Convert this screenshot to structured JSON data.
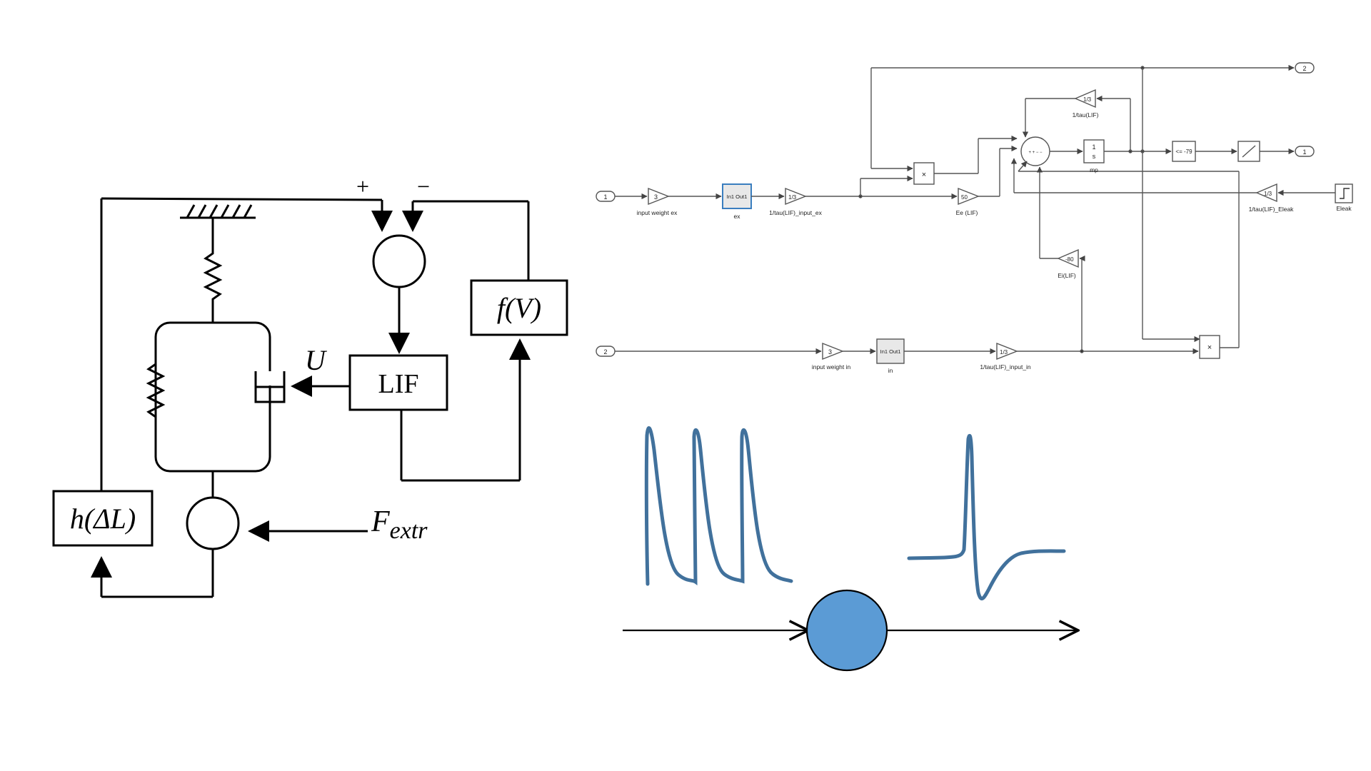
{
  "left_diagram": {
    "plus_sign": "+",
    "minus_sign": "−",
    "lif_label": "LIF",
    "fv_label": "f(V)",
    "u_label": "U",
    "h_label": "h(ΔL)",
    "fextr_main": "F",
    "fextr_sub": "extr"
  },
  "simulink": {
    "port_in_1": "1",
    "port_in_2": "2",
    "port_out_1": "1",
    "port_out_2": "2",
    "gain_ex_value": "3",
    "gain_ex_label": "input weight ex",
    "sub_ex_text": "In1 Out1",
    "sub_ex_label": "ex",
    "tau_ex_value": "1/3",
    "tau_ex_label": "1/tau(LIF)_input_ex",
    "ee_value": "50",
    "ee_label": "Ee (LIF)",
    "mult1_symbol": "×",
    "mult2_symbol": "×",
    "tau_top_value": "1/3",
    "tau_top_label": "1/tau(LIF)",
    "sum_signs": "+ + − −",
    "integrator_top": "1",
    "integrator_bottom": "s",
    "integrator_label": "mp",
    "compare_value": "<= -79",
    "ei_value": "-80",
    "ei_label": "Ei(LIF)",
    "tau_eleak_value": "1/3",
    "tau_eleak_label": "1/tau(LIF)_Eleak",
    "eleak_label": "Eleak",
    "gain_in_value": "3",
    "gain_in_label": "input weight in",
    "sub_in_text": "In1 Out1",
    "sub_in_label": "in",
    "tau_in_value": "1/3",
    "tau_in_label": "1/tau(LIF)_input_in"
  },
  "colors": {
    "neuron_fill": "#5b9bd5",
    "spike_trace": "#41719c",
    "diagram_line": "#000000",
    "simulink_line": "#555555"
  }
}
